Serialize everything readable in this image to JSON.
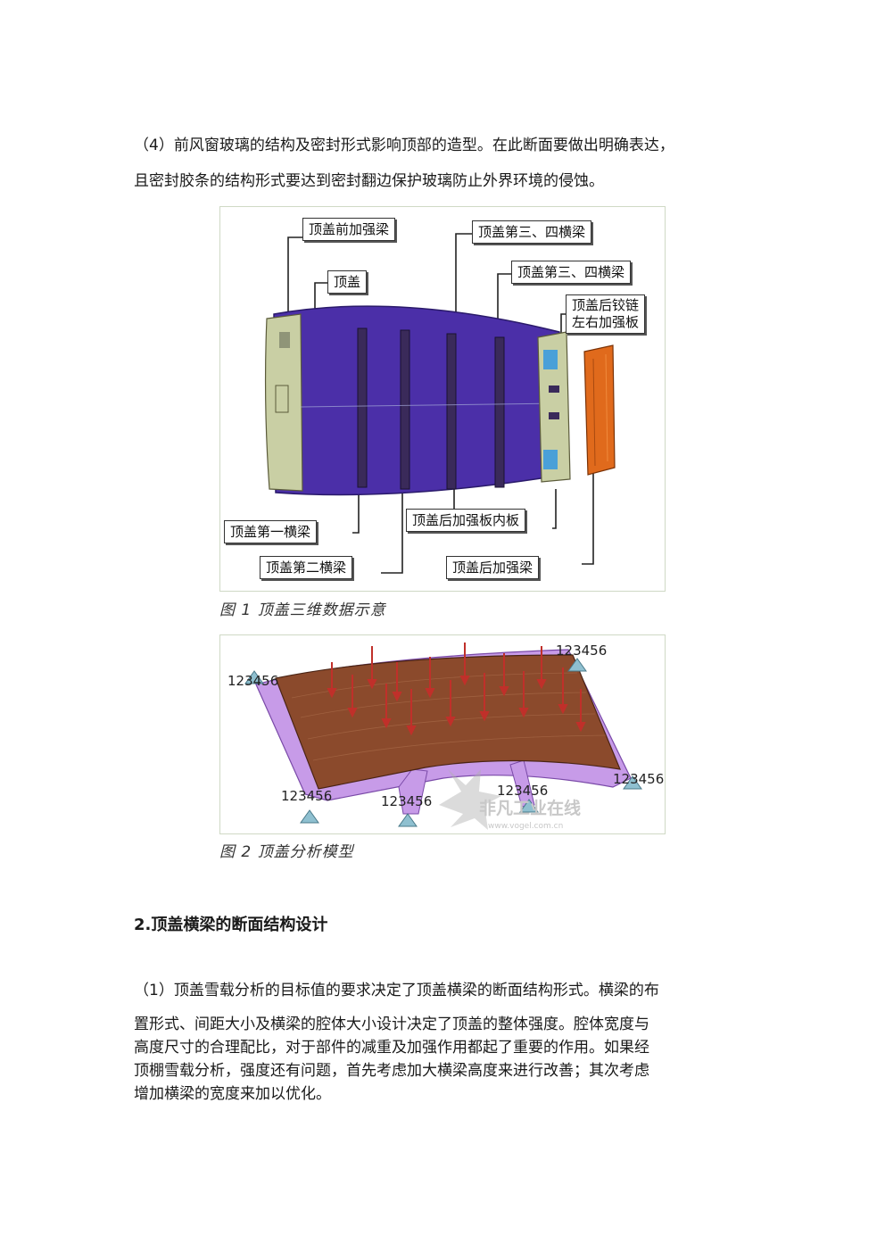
{
  "paragraph1": {
    "lines": [
      "（4）前风窗玻璃的结构及密封形式影响顶部的造型。在此断面要做出明确表达，",
      "且密封胶条的结构形式要达到密封翻边保护玻璃防止外界环境的侵蚀。"
    ]
  },
  "figure1": {
    "labels": {
      "front_reinforcement": "顶盖前加强梁",
      "roof": "顶盖",
      "beam34_a": "顶盖第三、四横梁",
      "beam34_b": "顶盖第三、四横梁",
      "rear_hinge_line1": "顶盖后铰链",
      "rear_hinge_line2": "左右加强板",
      "beam1": "顶盖第一横梁",
      "beam2": "顶盖第二横梁",
      "rear_inner": "顶盖后加强板内板",
      "rear_beam": "顶盖后加强梁"
    },
    "caption": "图 1  顶盖三维数据示意",
    "colors": {
      "roof": "#4b2fa8",
      "frame": "#c9cfa4",
      "rear_part": "#e06a1c"
    }
  },
  "figure2": {
    "constraints": [
      "123456",
      "123456",
      "123456",
      "123456",
      "123456",
      "123456"
    ],
    "watermark": "非凡工业在线",
    "watermark_url": "www.vogel.com.cn",
    "caption": "图 2  顶盖分析模型",
    "colors": {
      "roof": "#8b4a2c",
      "frame": "#c79be8",
      "arrow": "#c0302a",
      "support": "#8fc0d0"
    }
  },
  "section2": {
    "heading": "2.顶盖横梁的断面结构设计"
  },
  "paragraph2": {
    "lines": [
      "（1）顶盖雪载分析的目标值的要求决定了顶盖横梁的断面结构形式。横梁的布",
      "置形式、间距大小及横梁的腔体大小设计决定了顶盖的整体强度。腔体宽度与",
      "高度尺寸的合理配比，对于部件的减重及加强作用都起了重要的作用。如果经",
      "顶棚雪载分析，强度还有问题，首先考虑加大横梁高度来进行改善；其次考虑",
      "增加横梁的宽度来加以优化。"
    ]
  }
}
